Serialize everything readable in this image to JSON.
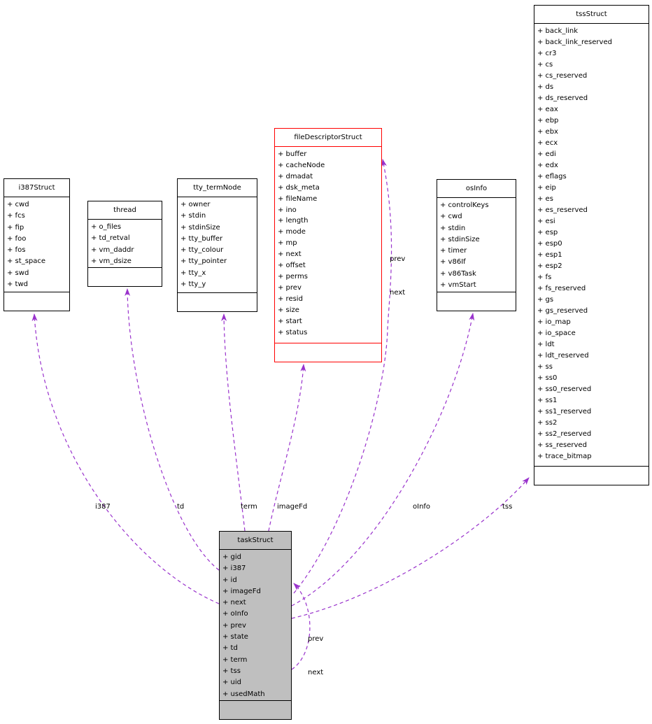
{
  "diagram": {
    "type": "uml-collaboration-diagram",
    "colors": {
      "edge": "#9932cc",
      "highlight_border": "#ff0000",
      "node_border": "#000000",
      "node_fill": "#ffffff",
      "focus_node_fill": "#bfbfbf"
    },
    "classes": [
      {
        "title": "i387Struct",
        "attributes": [
          "+ cwd",
          "+ fcs",
          "+ fip",
          "+ foo",
          "+ fos",
          "+ st_space",
          "+ swd",
          "+ twd"
        ]
      },
      {
        "title": "thread",
        "attributes": [
          "+ o_files",
          "+ td_retval",
          "+ vm_daddr",
          "+ vm_dsize"
        ]
      },
      {
        "title": "tty_termNode",
        "attributes": [
          "+ owner",
          "+ stdin",
          "+ stdinSize",
          "+ tty_buffer",
          "+ tty_colour",
          "+ tty_pointer",
          "+ tty_x",
          "+ tty_y"
        ]
      },
      {
        "title": "fileDescriptorStruct",
        "attributes": [
          "+ buffer",
          "+ cacheNode",
          "+ dmadat",
          "+ dsk_meta",
          "+ fileName",
          "+ ino",
          "+ length",
          "+ mode",
          "+ mp",
          "+ next",
          "+ offset",
          "+ perms",
          "+ prev",
          "+ resid",
          "+ size",
          "+ start",
          "+ status"
        ]
      },
      {
        "title": "osInfo",
        "attributes": [
          "+ controlKeys",
          "+ cwd",
          "+ stdin",
          "+ stdinSize",
          "+ timer",
          "+ v86If",
          "+ v86Task",
          "+ vmStart"
        ]
      },
      {
        "title": "tssStruct",
        "attributes": [
          "+ back_link",
          "+ back_link_reserved",
          "+ cr3",
          "+ cs",
          "+ cs_reserved",
          "+ ds",
          "+ ds_reserved",
          "+ eax",
          "+ ebp",
          "+ ebx",
          "+ ecx",
          "+ edi",
          "+ edx",
          "+ eflags",
          "+ eip",
          "+ es",
          "+ es_reserved",
          "+ esi",
          "+ esp",
          "+ esp0",
          "+ esp1",
          "+ esp2",
          "+ fs",
          "+ fs_reserved",
          "+ gs",
          "+ gs_reserved",
          "+ io_map",
          "+ io_space",
          "+ ldt",
          "+ ldt_reserved",
          "+ ss",
          "+ ss0",
          "+ ss0_reserved",
          "+ ss1",
          "+ ss1_reserved",
          "+ ss2",
          "+ ss2_reserved",
          "+ ss_reserved",
          "+ trace_bitmap"
        ]
      },
      {
        "title": "taskStruct",
        "attributes": [
          "+ gid",
          "+ i387",
          "+ id",
          "+ imageFd",
          "+ next",
          "+ oInfo",
          "+ prev",
          "+ state",
          "+ td",
          "+ term",
          "+ tss",
          "+ uid",
          "+ usedMath"
        ]
      }
    ],
    "edge_labels": {
      "i387": "i387",
      "td": "td",
      "term": "term",
      "imageFd": "imageFd",
      "oInfo": "oInfo",
      "tss": "tss",
      "prev_next_descriptor": {
        "line1": "prev",
        "line2": "next"
      },
      "prev_next_self": {
        "line1": "prev",
        "line2": "next"
      }
    }
  }
}
